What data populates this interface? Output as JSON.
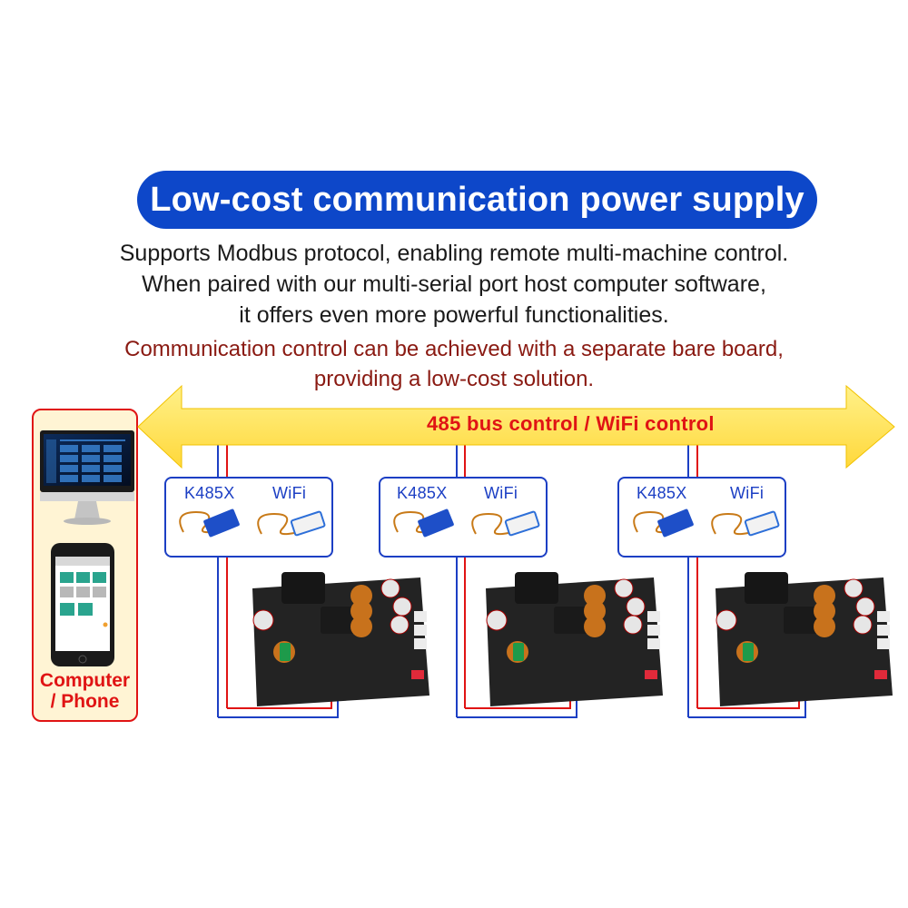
{
  "header": {
    "title": "Low-cost communication power supply"
  },
  "description": {
    "line1": "Supports Modbus protocol, enabling remote multi-machine control.",
    "line2": "When paired with our multi-serial port host computer software,",
    "line3": "it offers even more powerful functionalities."
  },
  "note": {
    "line1": "Communication control can be achieved with a separate bare board,",
    "line2": "providing a low-cost solution."
  },
  "bus": {
    "label": "485 bus control / WiFi control"
  },
  "host": {
    "label_line1": "Computer",
    "label_line2": "/ Phone"
  },
  "modules": [
    {
      "left": "K485X",
      "right": "WiFi"
    },
    {
      "left": "K485X",
      "right": "WiFi"
    },
    {
      "left": "K485X",
      "right": "WiFi"
    }
  ],
  "colors": {
    "title_bg": "#0d47c9",
    "bus_arrow": "#ffe45a",
    "bus_text": "#e01414",
    "wire_red": "#e01414",
    "wire_blue": "#1c3fc4",
    "note_text": "#8a1a12"
  }
}
